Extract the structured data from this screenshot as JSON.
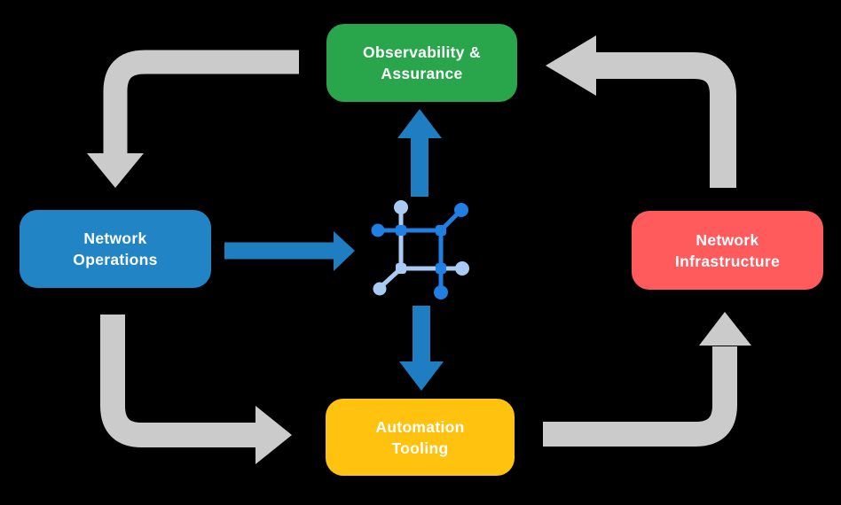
{
  "colors": {
    "background": "#000000",
    "gray_arrow": "#CBCBCB",
    "blue_arrow": "#1F7EC2",
    "icon_dark_blue": "#1F7FE3",
    "icon_light_blue": "#A9CBF3",
    "box_green": "#29A64B",
    "box_blue": "#2185C5",
    "box_red": "#FF5A5C",
    "box_yellow": "#FFC20E",
    "label_text": "#FFFFFF"
  },
  "boxes": {
    "observability": {
      "line1": "Observability &",
      "line2": "Assurance",
      "color": "#29A64B"
    },
    "operations": {
      "line1": "Network",
      "line2": "Operations",
      "color": "#2185C5"
    },
    "infrastructure": {
      "line1": "Network",
      "line2": "Infrastructure",
      "color": "#FF5A5C"
    },
    "tooling": {
      "line1": "Automation",
      "line2": "Tooling",
      "color": "#FFC20E"
    }
  },
  "icon": {
    "name": "network-automation-core-icon",
    "primary_color": "#1F7FE3",
    "secondary_color": "#A9CBF3"
  },
  "arrows": {
    "observability_to_operations": "Observability & Assurance to Network Operations",
    "infrastructure_to_observability": "Network Infrastructure to Observability & Assurance",
    "operations_to_tooling": "Network Operations to Automation Tooling",
    "tooling_to_infrastructure": "Automation Tooling to Network Infrastructure",
    "operations_to_core": "Network Operations to core",
    "core_to_observability": "Core to Observability & Assurance",
    "core_to_tooling": "Core to Automation Tooling"
  }
}
